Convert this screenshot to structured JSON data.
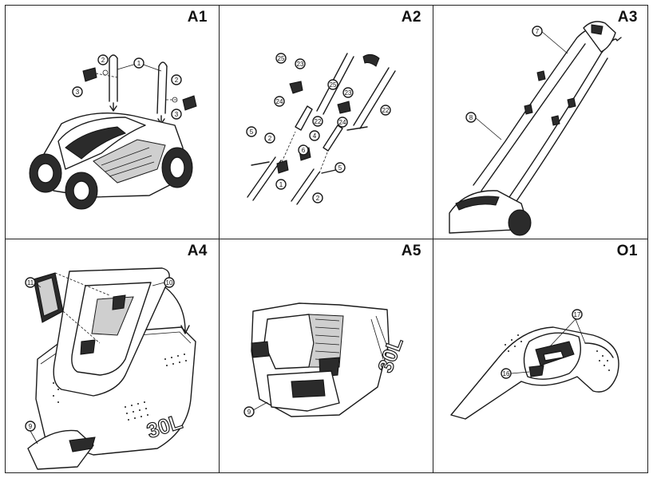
{
  "panels": [
    {
      "label": "A1",
      "callouts": [
        "1",
        "2",
        "3",
        "2",
        "3"
      ]
    },
    {
      "label": "A2",
      "callouts": [
        "25",
        "23",
        "24",
        "25",
        "23",
        "22",
        "22",
        "24",
        "4",
        "5",
        "2",
        "6",
        "5",
        "1",
        "2"
      ]
    },
    {
      "label": "A3",
      "callouts": [
        "7",
        "8"
      ]
    },
    {
      "label": "A4",
      "callouts": [
        "11",
        "10",
        "9"
      ],
      "basket_text": "30L"
    },
    {
      "label": "A5",
      "callouts": [
        "9"
      ],
      "basket_text": "30L"
    },
    {
      "label": "O1",
      "callouts": [
        "17",
        "16"
      ]
    }
  ]
}
